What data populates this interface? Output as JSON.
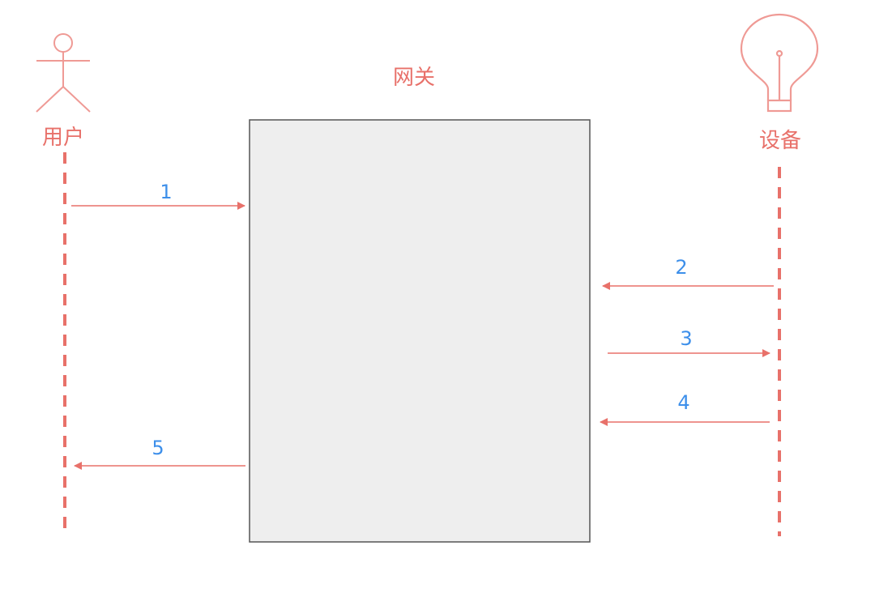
{
  "actors": {
    "user": {
      "label": "用户",
      "icon": "stick-figure-icon"
    },
    "gateway": {
      "label": "网关"
    },
    "device": {
      "label": "设备",
      "icon": "lightbulb-icon"
    }
  },
  "messages": [
    {
      "label": "1",
      "from": "user",
      "to": "gateway"
    },
    {
      "label": "2",
      "from": "device",
      "to": "gateway"
    },
    {
      "label": "3",
      "from": "gateway",
      "to": "device"
    },
    {
      "label": "4",
      "from": "device",
      "to": "gateway"
    },
    {
      "label": "5",
      "from": "gateway",
      "to": "user"
    }
  ],
  "colors": {
    "lifeline": "#e8716a",
    "arrow": "#e8716a",
    "step_label": "#3d8fea",
    "actor_label": "#e8716a",
    "gateway_fill": "#eeeeee",
    "gateway_stroke": "#555555",
    "icon": "#ef9a95"
  }
}
